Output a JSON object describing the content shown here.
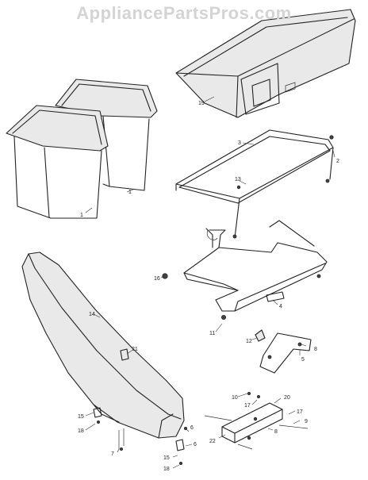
{
  "watermark": "AppliancePartsPros.com",
  "callouts": {
    "c1a": "1",
    "c1b": "1",
    "c19": "19",
    "c3": "3",
    "c2": "2",
    "c13": "13",
    "c16": "16",
    "c4": "4",
    "c11": "11",
    "c12": "12",
    "c5": "5",
    "c8a": "8",
    "c14": "14",
    "c21": "21",
    "c10": "10",
    "c17a": "17",
    "c20": "20",
    "c17b": "17",
    "c9": "9",
    "c8b": "8",
    "c22": "22",
    "c15a": "15",
    "c18a": "18",
    "c6a": "6",
    "c7": "7",
    "c6b": "6",
    "c15b": "15",
    "c18b": "18"
  }
}
